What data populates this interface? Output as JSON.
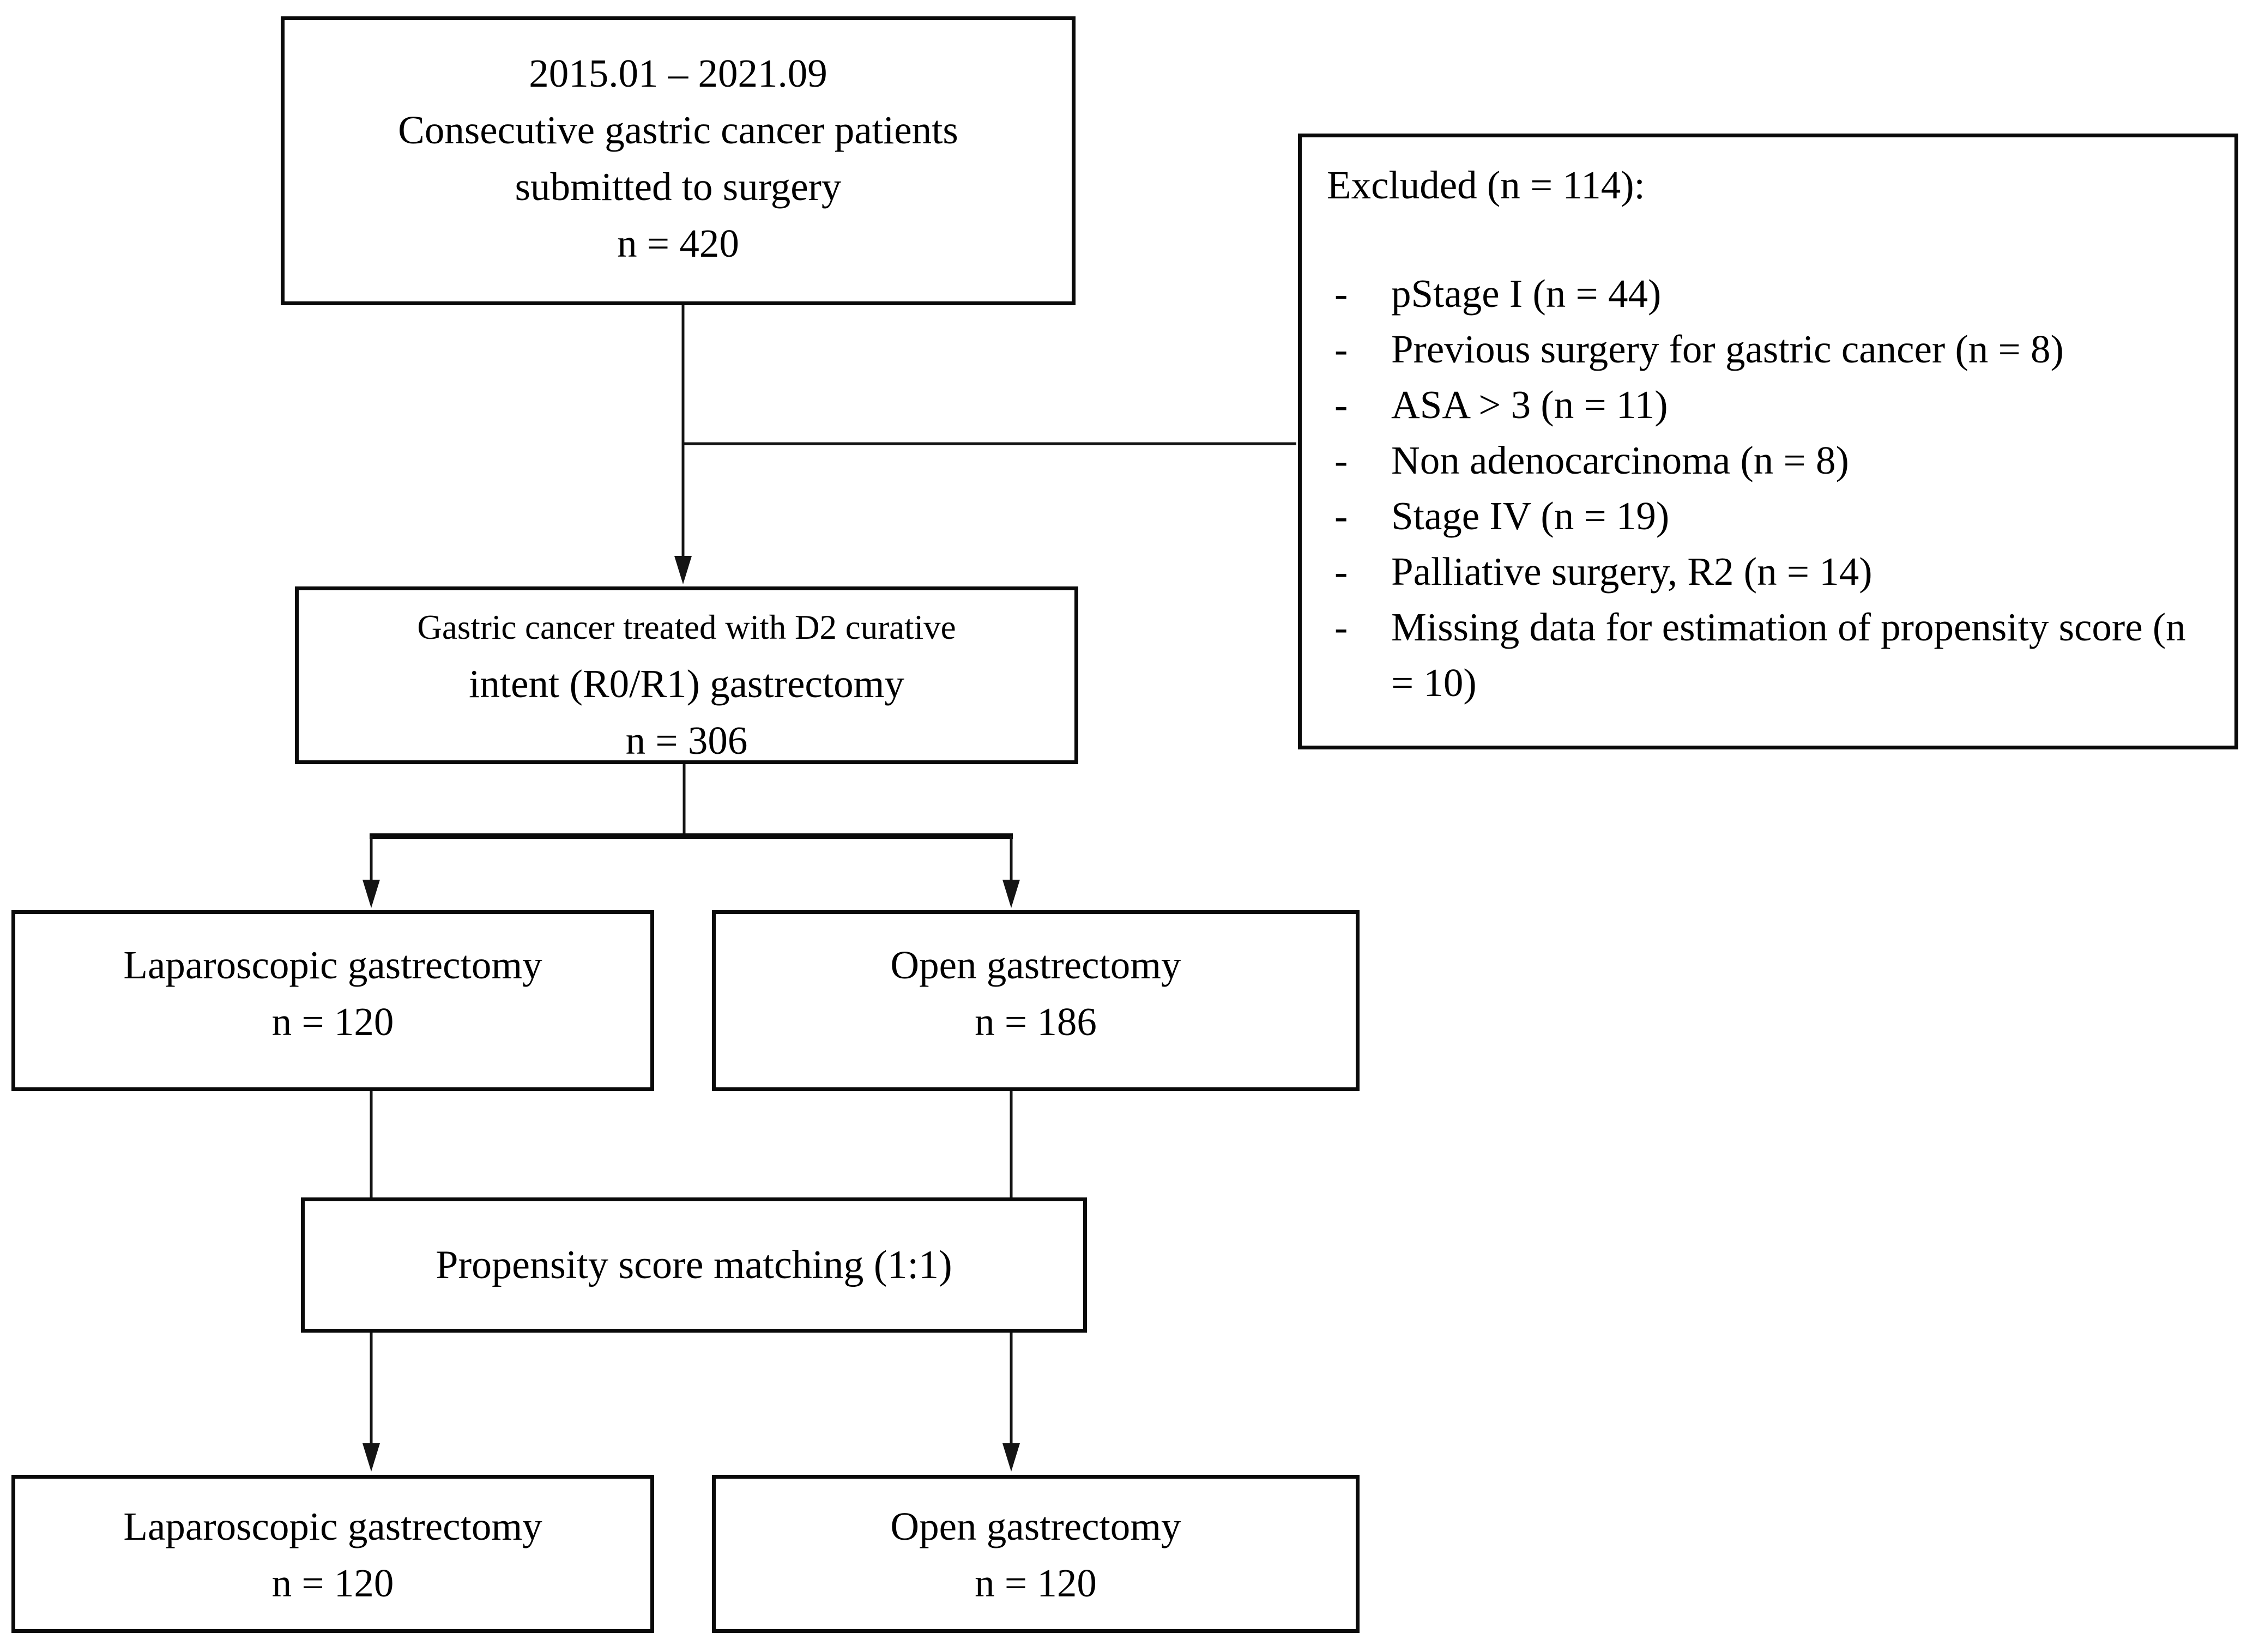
{
  "diagram": {
    "colors": {
      "background": "#ffffff",
      "border": "#0a0a0a",
      "line": "#141414",
      "text": "#000000"
    },
    "enrollment": {
      "lines": [
        "2015.01 – 2021.09",
        "Consecutive gastric cancer patients",
        "submitted to surgery",
        "n = 420"
      ]
    },
    "excluded": {
      "title": "Excluded (n = 114):",
      "bullet": "-",
      "items": [
        "pStage I (n = 44)",
        "Previous surgery for gastric cancer (n = 8)",
        "ASA > 3 (n = 11)",
        "Non adenocarcinoma (n = 8)",
        "Stage IV (n = 19)",
        "Palliative surgery, R2 (n = 14)",
        "Missing data for estimation of propensity score (n = 10)"
      ]
    },
    "d2_treated": {
      "lines": [
        "Gastric cancer treated with D2 curative",
        "intent (R0/R1) gastrectomy",
        "n = 306"
      ]
    },
    "laparoscopic": {
      "lines": [
        "Laparoscopic gastrectomy",
        "n = 120"
      ]
    },
    "open": {
      "lines": [
        "Open gastrectomy",
        "n = 186"
      ]
    },
    "psm": {
      "label": "Propensity score matching (1:1)"
    },
    "laparoscopic_matched": {
      "lines": [
        "Laparoscopic gastrectomy",
        "n = 120"
      ]
    },
    "open_matched": {
      "lines": [
        "Open gastrectomy",
        "n = 120"
      ]
    }
  }
}
